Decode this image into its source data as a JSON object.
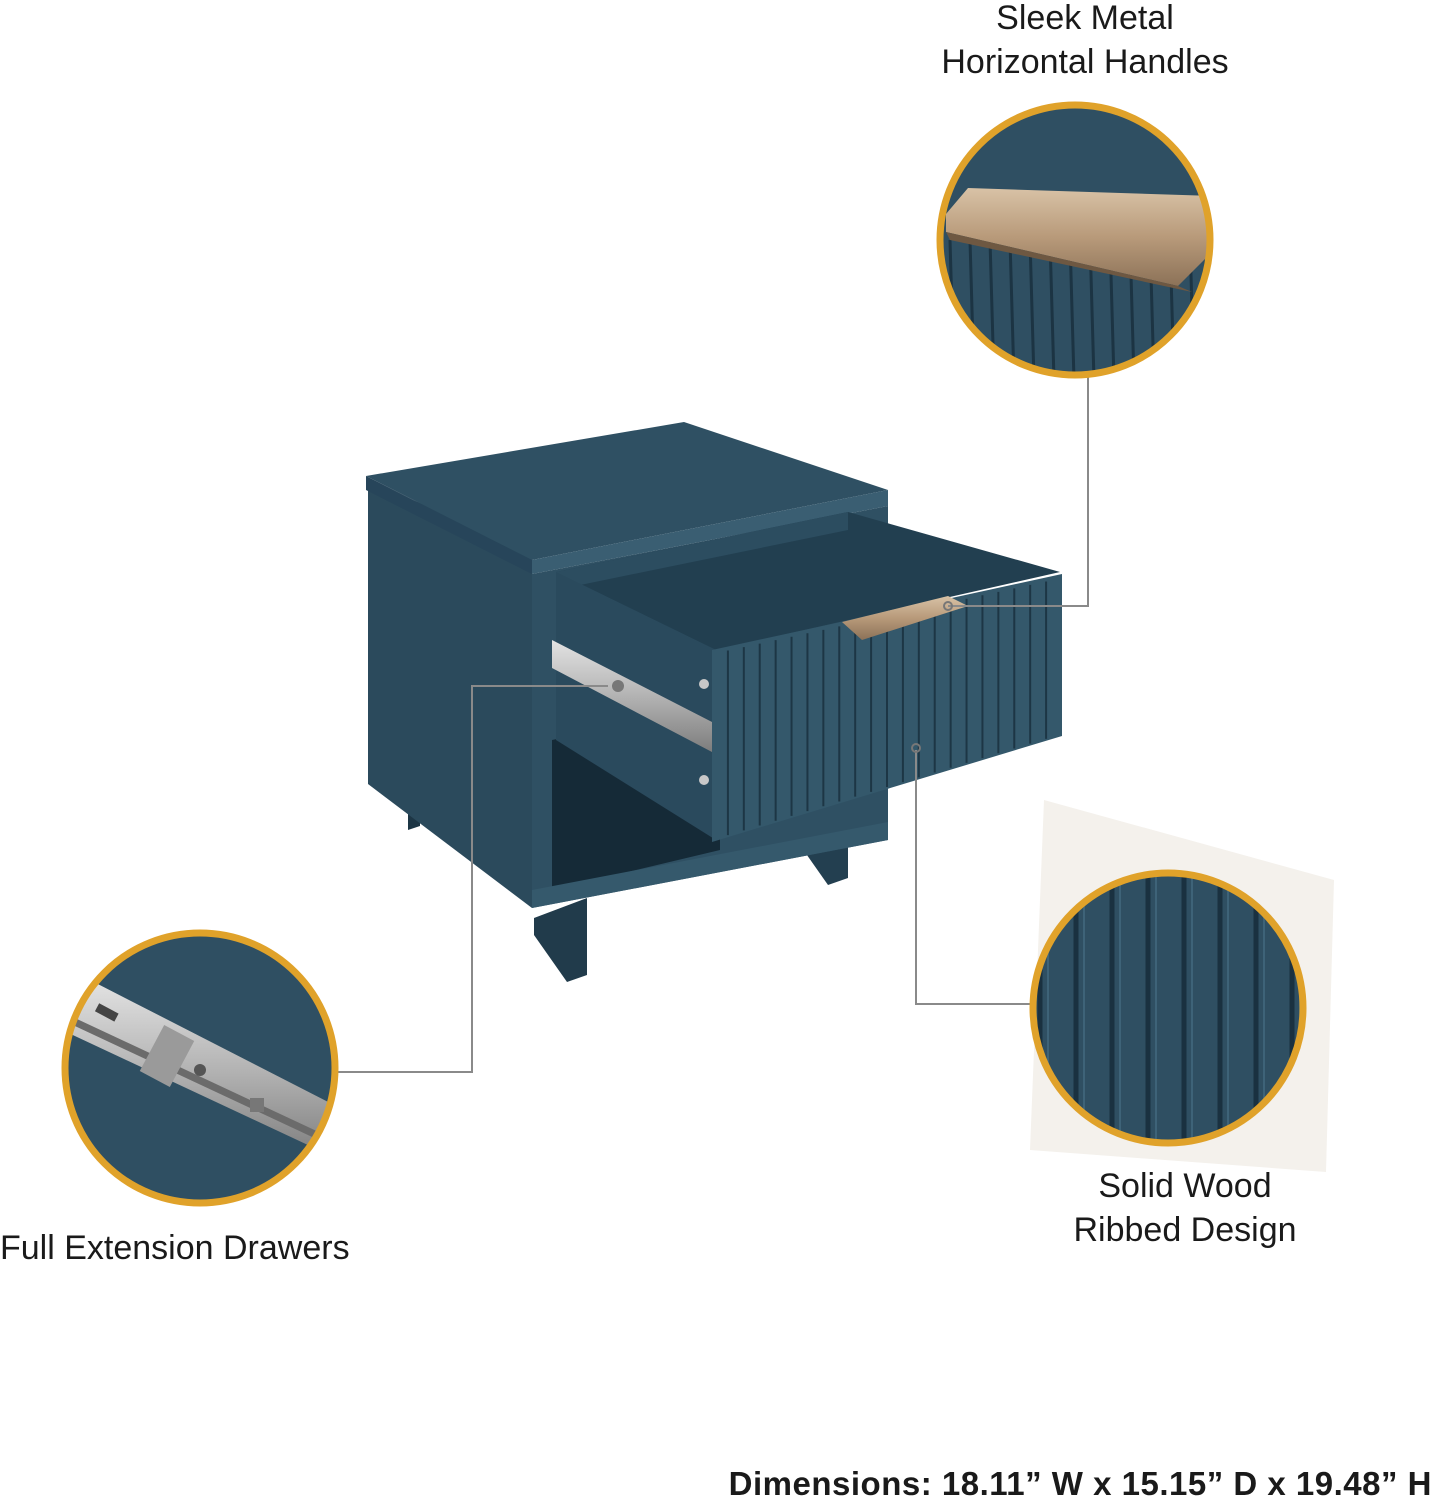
{
  "callouts": {
    "handles": {
      "line1": "Sleek Metal",
      "line2": "Horizontal Handles",
      "icon": "handle-closeup-icon"
    },
    "ribbed": {
      "line1": "Solid Wood",
      "line2": "Ribbed Design",
      "icon": "ribbed-closeup-icon"
    },
    "drawers": {
      "line1": "Full Extension Drawers",
      "icon": "drawer-slide-closeup-icon"
    }
  },
  "dimensions": "Dimensions: 18.11” W x 15.15” D x 19.48” H",
  "colors": {
    "wood_blue": "#2f4f62",
    "wood_dark": "#213b4b",
    "wood_light": "#3c6075",
    "ring_gold": "#e0a22a",
    "handle_bronze": "#b89a7a",
    "connector_gray": "#8a8a8a",
    "metal_slide": "#b9b9b9"
  }
}
